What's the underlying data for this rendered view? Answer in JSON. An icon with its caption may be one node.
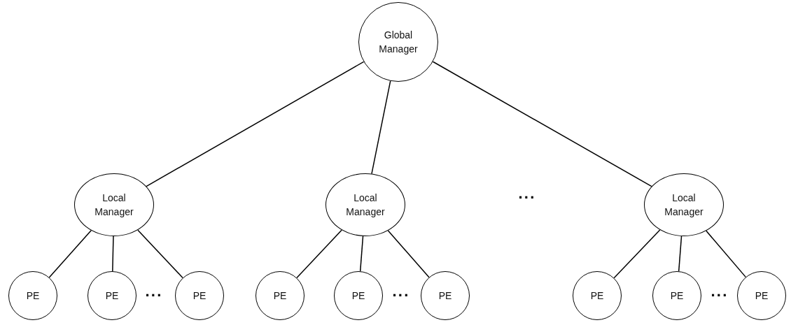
{
  "diagram": {
    "nodes": [
      {
        "text": [
          "Global Manager"
        ]
      },
      {
        "text": [
          "Local Manager"
        ]
      },
      {
        "text": [
          "Local Manager"
        ]
      },
      {
        "text": [
          "Local Manager"
        ]
      },
      {
        "text": [
          "PE"
        ]
      },
      {
        "text": [
          "PE"
        ]
      },
      {
        "text": [
          "PE"
        ]
      },
      {
        "text": [
          "PE"
        ]
      },
      {
        "text": [
          "PE"
        ]
      },
      {
        "text": [
          "PE"
        ]
      },
      {
        "text": [
          "PE"
        ]
      },
      {
        "text": [
          "PE"
        ]
      },
      {
        "text": [
          "PE"
        ]
      }
    ],
    "edges": [
      {
        "from": 0,
        "to": 1,
        "arrow": "none"
      },
      {
        "from": 0,
        "to": 2,
        "arrow": "none"
      },
      {
        "from": 0,
        "to": 3,
        "arrow": "none"
      },
      {
        "from": 1,
        "to": 4,
        "arrow": "none"
      },
      {
        "from": 1,
        "to": 5,
        "arrow": "none"
      },
      {
        "from": 1,
        "to": 6,
        "arrow": "none"
      },
      {
        "from": 2,
        "to": 7,
        "arrow": "none"
      },
      {
        "from": 2,
        "to": 8,
        "arrow": "none"
      },
      {
        "from": 2,
        "to": 9,
        "arrow": "none"
      },
      {
        "from": 3,
        "to": 10,
        "arrow": "none"
      },
      {
        "from": 3,
        "to": 11,
        "arrow": "none"
      },
      {
        "from": 3,
        "to": 12,
        "arrow": "none"
      }
    ],
    "labels": [
      "···",
      "···",
      "···",
      "···"
    ]
  }
}
